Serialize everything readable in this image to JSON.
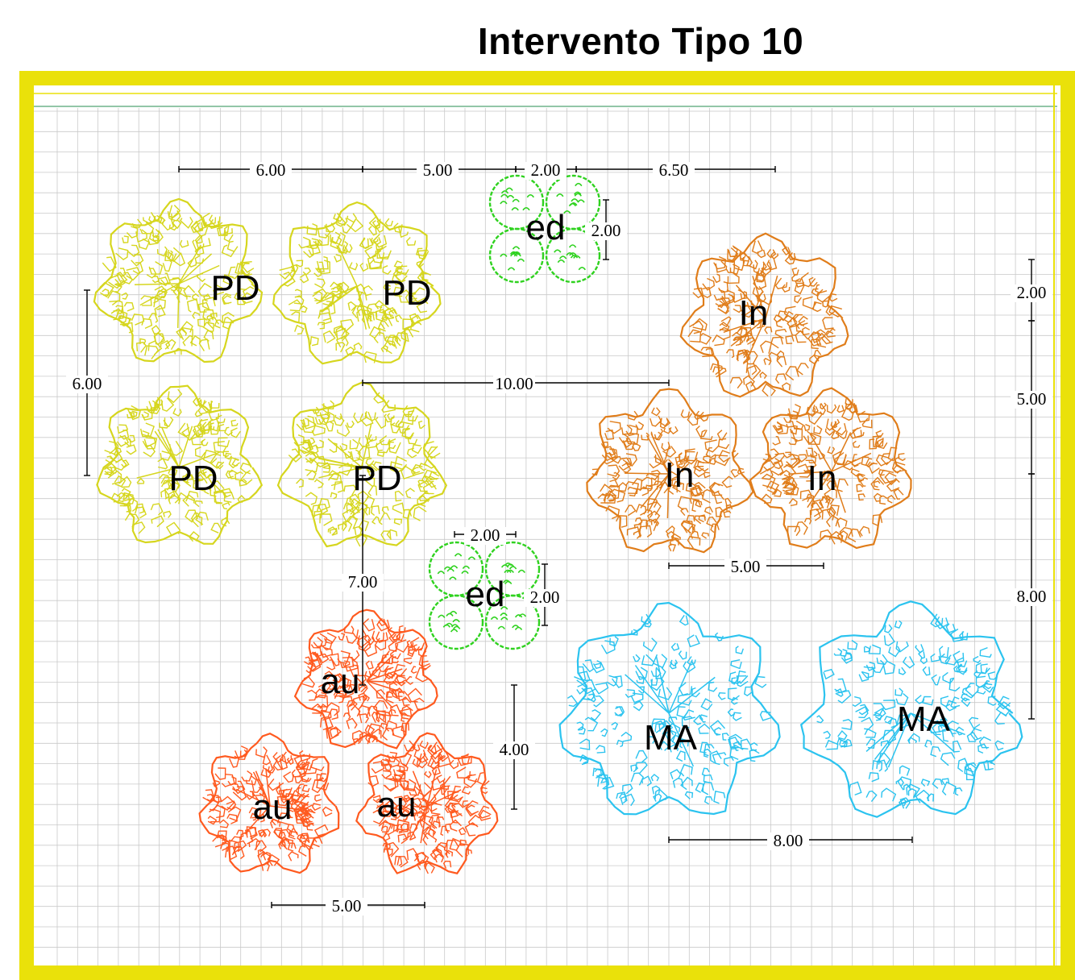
{
  "title": "Intervento Tipo 10",
  "colors": {
    "frame": "#eae10a",
    "grid": "#c9c9c9",
    "PD": "#d6d61e",
    "ed": "#2fd21f",
    "In": "#e07d1a",
    "au": "#ff5a1f",
    "MA": "#2bc3ef"
  },
  "plants": [
    {
      "label": "PD",
      "kind": "PD"
    },
    {
      "label": "PD",
      "kind": "PD"
    },
    {
      "label": "PD",
      "kind": "PD"
    },
    {
      "label": "PD",
      "kind": "PD"
    },
    {
      "label": "ed",
      "kind": "ed"
    },
    {
      "label": "ed",
      "kind": "ed"
    },
    {
      "label": "In",
      "kind": "In"
    },
    {
      "label": "In",
      "kind": "In"
    },
    {
      "label": "In",
      "kind": "In"
    },
    {
      "label": "au",
      "kind": "au"
    },
    {
      "label": "au",
      "kind": "au"
    },
    {
      "label": "au",
      "kind": "au"
    },
    {
      "label": "MA",
      "kind": "MA"
    },
    {
      "label": "MA",
      "kind": "MA"
    }
  ],
  "dimensions": [
    {
      "label": "6.00"
    },
    {
      "label": "5.00"
    },
    {
      "label": "2.00"
    },
    {
      "label": "6.50"
    },
    {
      "label": "2.00"
    },
    {
      "label": "6.00"
    },
    {
      "label": "10.00"
    },
    {
      "label": "2.00"
    },
    {
      "label": "5.00"
    },
    {
      "label": "8.00"
    },
    {
      "label": "5.00"
    },
    {
      "label": "2.00"
    },
    {
      "label": "2.00"
    },
    {
      "label": "7.00"
    },
    {
      "label": "4.00"
    },
    {
      "label": "5.00"
    },
    {
      "label": "8.00"
    }
  ]
}
